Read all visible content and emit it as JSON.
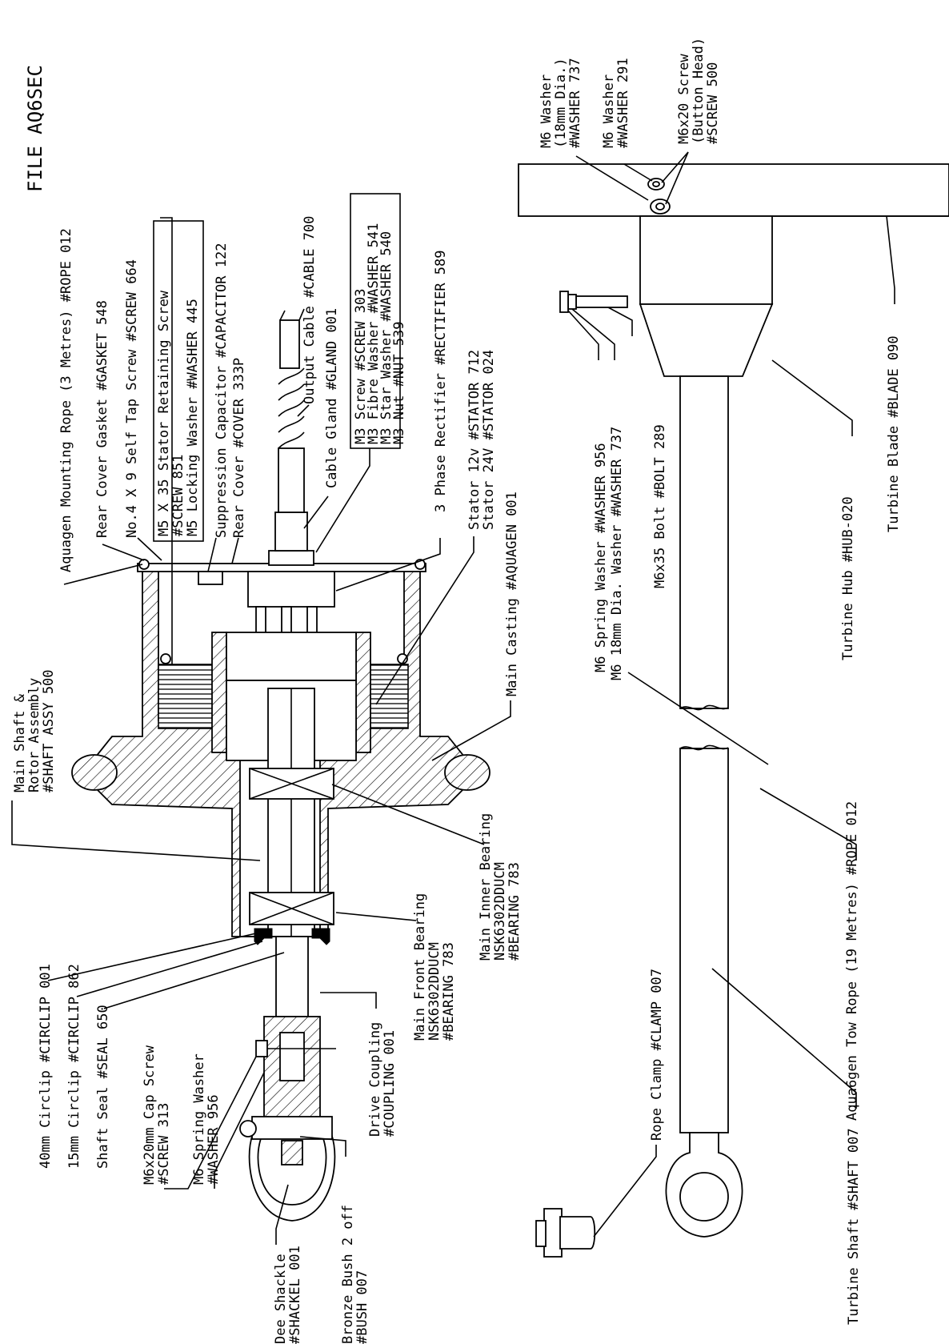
{
  "file_label": "FILE  AQ6SEC",
  "labels": {
    "main_shaft": [
      "Main Shaft &",
      "Rotor Assembly",
      "#SHAFT ASSY 500"
    ],
    "mounting_rope": "Aquagen Mounting Rope (3 Metres) #ROPE 012",
    "gasket": "Rear Cover Gasket #GASKET 548",
    "self_tap": "No.4 X 9 Self Tap Screw #SCREW 664",
    "stator_screw": [
      "M5 X 35 Stator Retaining Screw",
      "#SCREW 851",
      "M5 Locking Washer #WASHER 445"
    ],
    "capacitor": [
      "Suppression Capacitor #CAPACITOR 122",
      "Rear Cover #COVER 333P"
    ],
    "output_cable": "Output Cable #CABLE 700",
    "cable_gland": "Cable Gland #GLAND 001",
    "m3_parts": [
      "M3 Screw #SCREW 303",
      "M3 Fibre Washer #WASHER 541",
      "M3 Star Washer #WASHER 540",
      "M3 Nut #NUT 539"
    ],
    "rectifier": "3 Phase Rectifier #RECTIFIER 589",
    "stator": [
      "Stator 12v #STATOR 712",
      "Stator 24V #STATOR 024"
    ],
    "main_casting": "Main Casting #AQUAGEN 001",
    "inner_bearing": [
      "Main Inner Bearing",
      "NSK6302DDUCM",
      "#BEARING 783"
    ],
    "front_bearing": [
      "Main Front Bearing",
      "NSK6302DDUCM",
      "#BEARING 783"
    ],
    "drive_coupling": [
      "Drive Coupling",
      "#COUPLING 001"
    ],
    "circlip_40": "40mm Circlip #CIRCLIP 001",
    "circlip_15": "15mm Circlip #CIRCLIP 862",
    "shaft_seal": "Shaft Seal #SEAL 650",
    "cap_screw": [
      "M6x20mm Cap Screw",
      "#SCREW 313"
    ],
    "spring_washer_left": [
      "M6 Spring Washer",
      "#WASHER 956"
    ],
    "dee_shackle": [
      "Dee Shackle",
      "#SHACKEL 001"
    ],
    "bronze_bush": [
      "Bronze Bush 2 off",
      "#BUSH 007"
    ],
    "washer_18": [
      "M6 Washer",
      "(18mm Dia.)",
      "#WASHER 737"
    ],
    "washer_m6": [
      "M6 Washer",
      "#WASHER 291"
    ],
    "button_screw": [
      "M6x20 Screw",
      "(Button Head)",
      "#SCREW 500"
    ],
    "spring_washer_right": "M6 Spring Washer #WASHER 956",
    "washer_18_right": "M6 18mm Dia. Washer #WASHER 737",
    "bolt": "M6x35 Bolt #BOLT 289",
    "turbine_hub": "Turbine Hub #HUB-020",
    "turbine_blade": "Turbine Blade #BLADE 090",
    "tow_rope": "Aqua6gen Tow Rope (19 Metres) #ROPE 012",
    "rope_clamp": "Rope Clamp #CLAMP 007",
    "turbine_shaft": "Turbine Shaft #SHAFT 007"
  }
}
